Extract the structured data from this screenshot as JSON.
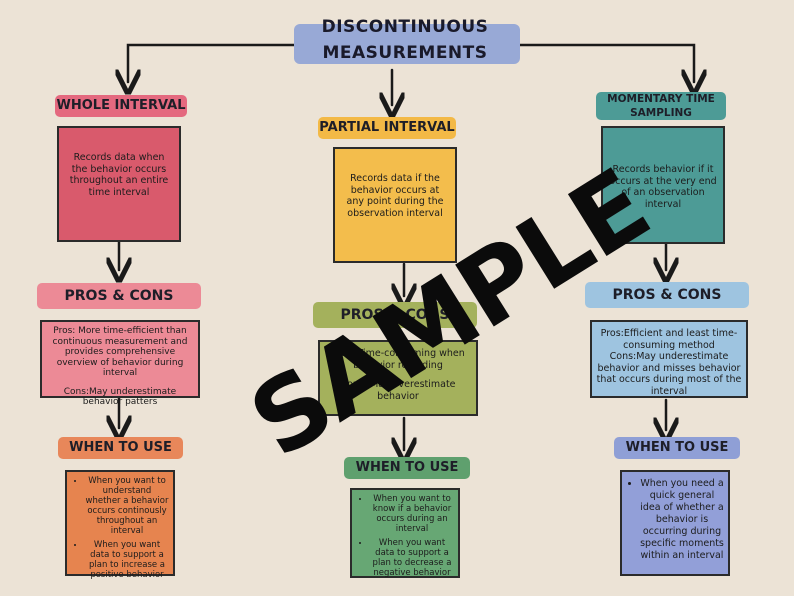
{
  "title": "DISCONTINUOUS MEASUREMENTS",
  "watermark": "SAMPLE",
  "columns": [
    {
      "id": "whole",
      "header": "WHOLE INTERVAL",
      "header_color": "#e4697f",
      "definition": "Records data when the behavior occurs throughout an entire time interval",
      "definition_color": "#d95a6c",
      "pros_cons_label": "PROS & CONS",
      "pros_cons_color": "#ec8a96",
      "pros": "Pros: More time-efficient than continuous measurement and provides comprehensive overview of behavior during interval",
      "cons": "Cons:May underestimate behavior patters",
      "pros_cons_box_color": "#ec8a96",
      "when_label": "WHEN TO USE",
      "when_label_color": "#e8875a",
      "when_items": [
        "When you want to understand whether a behavior occurs continously throughout an interval",
        "When you want data to support a plan to increase a positive behavior"
      ],
      "when_box_color": "#e6844f"
    },
    {
      "id": "partial",
      "header": "PARTIAL INTERVAL",
      "header_color": "#f3b946",
      "definition": "Records data if the behavior occurs at any point during the observation interval",
      "definition_color": "#f3bd4c",
      "pros_cons_label": "PROS & CONS",
      "pros_cons_color": "#a4b15c",
      "pros": "Pros: Time-consuming when behavior recording",
      "cons": "Cons: May overestimate behavior",
      "pros_cons_box_color": "#a4b15c",
      "when_label": "WHEN TO USE",
      "when_label_color": "#5fa06e",
      "when_items": [
        "When you want to know if a behavior occurs during an interval",
        "When you want data to support a plan to decrease a negative behavior"
      ],
      "when_box_color": "#67a774"
    },
    {
      "id": "momentary",
      "header": "MOMENTARY TIME SAMPLING",
      "header_color": "#4d9b96",
      "definition": "Records behavior if it occurs at the very end of an observation interval",
      "definition_color": "#4d9b96",
      "pros_cons_label": "PROS & CONS",
      "pros_cons_color": "#9ec4e0",
      "pros": "Pros:Efficient and least time-consuming method",
      "cons": "Cons:May underestimate behavior and misses behavior that occurs during most of the interval",
      "pros_cons_box_color": "#9ec4e0",
      "when_label": "WHEN TO USE",
      "when_label_color": "#8f9fd6",
      "when_items": [
        "When you need a quick general idea of whether a behavior is occurring during specific moments within an interval"
      ],
      "when_box_color": "#929fd8"
    }
  ]
}
